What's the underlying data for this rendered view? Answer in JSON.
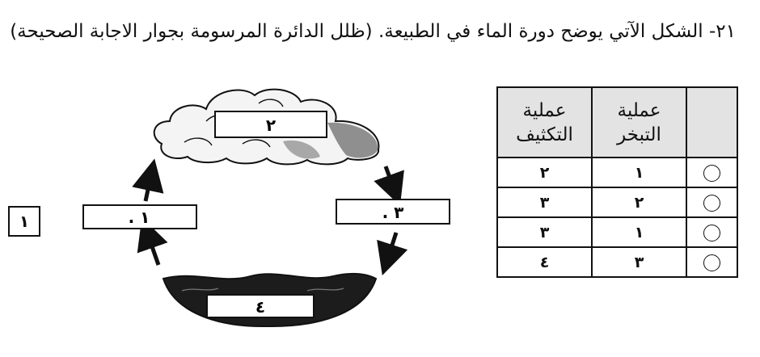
{
  "question": {
    "text": "٢١- الشكل الآتي يوضح دورة الماء في الطبيعة. (ظلل الدائرة المرسومة بجوار الاجابة الصحيحة)"
  },
  "page_number": "١",
  "diagram": {
    "labels": {
      "top": "٢",
      "left": ". ١",
      "right": ". ٣",
      "bottom": "٤"
    }
  },
  "table": {
    "headers": {
      "option": "",
      "evaporation": [
        "عملية",
        "التبخر"
      ],
      "condensation": [
        "عملية",
        "التكثيف"
      ]
    },
    "rows": [
      {
        "evaporation": "١",
        "condensation": "٢"
      },
      {
        "evaporation": "٢",
        "condensation": "٣"
      },
      {
        "evaporation": "١",
        "condensation": "٣"
      },
      {
        "evaporation": "٣",
        "condensation": "٤"
      }
    ]
  }
}
